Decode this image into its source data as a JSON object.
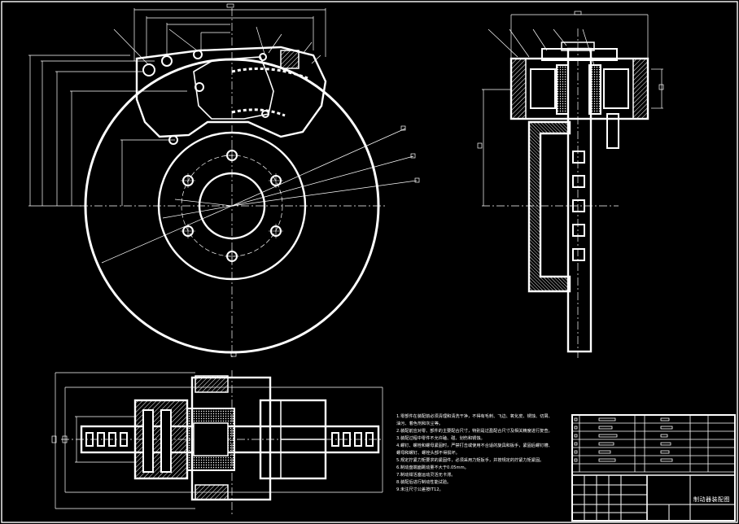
{
  "drawing": {
    "name": "制动器装配图",
    "colors": {
      "background": "#000000",
      "line": "#ffffff",
      "red": "#ff3030",
      "yellow": "#f0e000",
      "green": "#00d040"
    }
  },
  "notes": [
    "1.零部件在装配前必须清理和清洗干净，不得有毛刺、飞边、氧化皮、锈蚀、切屑、",
    "  油污、着色剂和灰尘等。",
    "2.装配前应对零、部件的主要配合尺寸，特别是过盈配合尺寸及相关精度进行复查。",
    "3.装配过程中零件不允许磕、碰、划伤和锈蚀。",
    "4.螺钉、螺栓和螺母紧固时，严禁打击或使用不合适的旋具和扳手，紧固后螺钉槽、",
    "  螺母和螺钉、螺栓头部不得损坏。",
    "5.规定拧紧力矩要求的紧固件，必须采用力矩扳手，并按规定的拧紧力矩紧固。",
    "6.制动盘端面跳动量不大于0.05mm。",
    "7.制动钳活塞运动灵活无卡滞。",
    "8.装配后进行制动性能试验。",
    "9.未注尺寸公差按IT12。"
  ]
}
